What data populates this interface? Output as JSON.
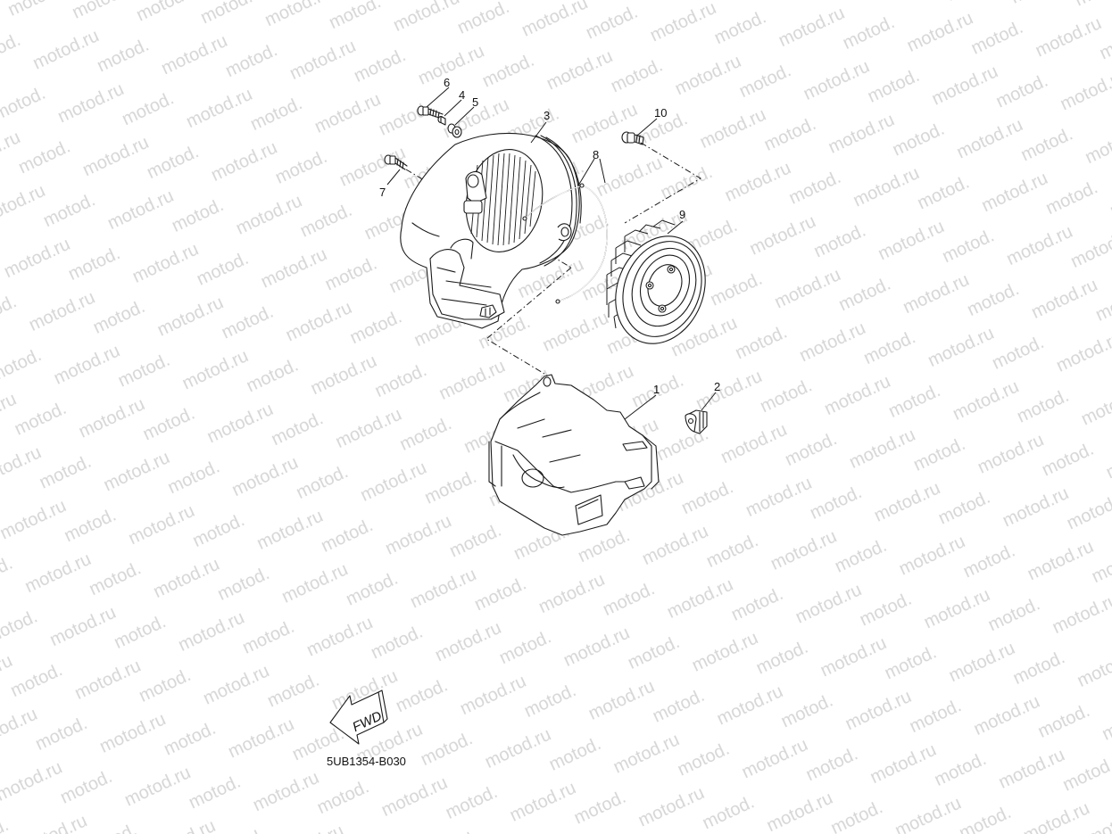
{
  "diagram": {
    "type": "exploded parts diagram",
    "watermark_text": "motod.ru",
    "watermark_color": "#d4d4d4",
    "diagram_code": "5UB1354-B030",
    "direction_label": "FWD",
    "line_color": "#1a1a1a",
    "background": "#ffffff"
  },
  "callouts": [
    {
      "number": "1",
      "part": "cylinder shroud / air shroud"
    },
    {
      "number": "2",
      "part": "damper"
    },
    {
      "number": "3",
      "part": "fan cover / air shroud"
    },
    {
      "number": "4",
      "part": "collar"
    },
    {
      "number": "5",
      "part": "grommet"
    },
    {
      "number": "6",
      "part": "bolt"
    },
    {
      "number": "7",
      "part": "bolt"
    },
    {
      "number": "8",
      "part": "seal / rubber strip"
    },
    {
      "number": "9",
      "part": "cooling fan"
    },
    {
      "number": "10",
      "part": "bolt"
    }
  ],
  "labels": {
    "c1": "1",
    "c2": "2",
    "c3": "3",
    "c4": "4",
    "c5": "5",
    "c6": "6",
    "c7": "7",
    "c8": "8",
    "c9": "9",
    "c10": "10",
    "fwd": "FWD",
    "code": "5UB1354-B030"
  }
}
